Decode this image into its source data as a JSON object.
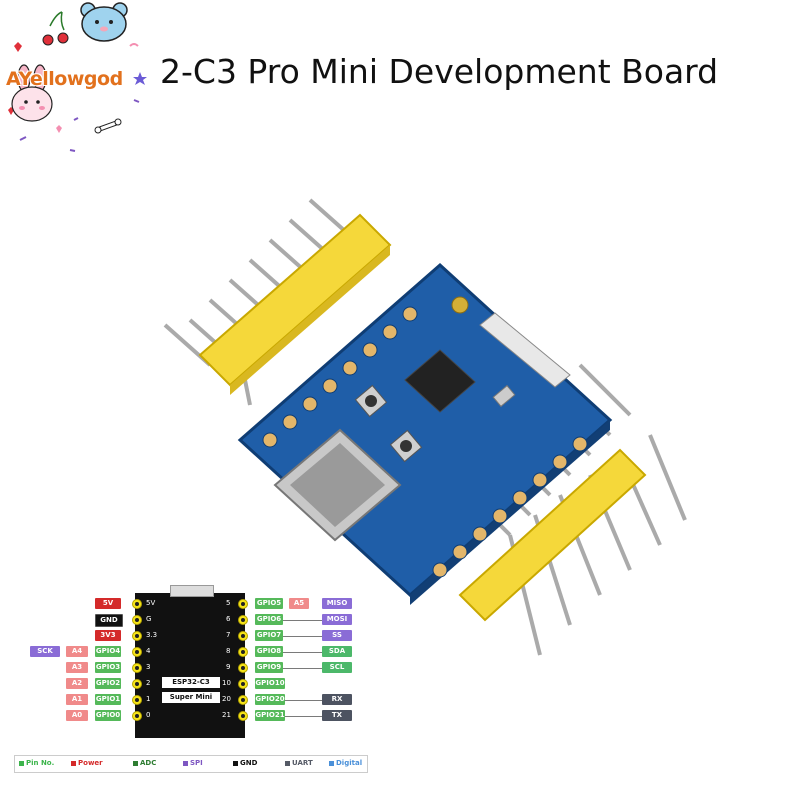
{
  "title": "2-C3 Pro Mini Development Board",
  "watermark": "AYellowgod",
  "chip_label": "ESP32-C3",
  "board_label": "Super Mini",
  "left_pins": [
    {
      "num": "5V",
      "func": "5V",
      "extra": "",
      "extra2": ""
    },
    {
      "num": "G",
      "func": "GND",
      "extra": "",
      "extra2": ""
    },
    {
      "num": "3.3",
      "func": "3V3",
      "extra": "",
      "extra2": ""
    },
    {
      "num": "4",
      "func": "GPIO4",
      "extra": "A4",
      "extra2": "SCK"
    },
    {
      "num": "3",
      "func": "GPIO3",
      "extra": "A3",
      "extra2": ""
    },
    {
      "num": "2",
      "func": "GPIO2",
      "extra": "A2",
      "extra2": ""
    },
    {
      "num": "1",
      "func": "GPIO1",
      "extra": "A1",
      "extra2": ""
    },
    {
      "num": "0",
      "func": "GPIO0",
      "extra": "A0",
      "extra2": ""
    }
  ],
  "right_pins": [
    {
      "num": "5",
      "func": "GPIO5",
      "extra": "A5",
      "extra2": "MISO"
    },
    {
      "num": "6",
      "func": "GPIO6",
      "extra": "",
      "extra2": "MOSI"
    },
    {
      "num": "7",
      "func": "GPIO7",
      "extra": "",
      "extra2": "SS"
    },
    {
      "num": "8",
      "func": "GPIO8",
      "extra": "",
      "extra2": "SDA"
    },
    {
      "num": "9",
      "func": "GPIO9",
      "extra": "",
      "extra2": "SCL"
    },
    {
      "num": "10",
      "func": "GPIO10",
      "extra": "",
      "extra2": ""
    },
    {
      "num": "20",
      "func": "GPIO20",
      "extra": "",
      "extra2": "RX"
    },
    {
      "num": "21",
      "func": "GPIO21",
      "extra": "",
      "extra2": "TX"
    }
  ],
  "legend": [
    {
      "label": "Pin No.",
      "color": "#3cb44b"
    },
    {
      "label": "Power",
      "color": "#d42a2a"
    },
    {
      "label": "ADC",
      "color": "#2e7d32"
    },
    {
      "label": "SPI",
      "color": "#7e57c2"
    },
    {
      "label": "GND",
      "color": "#111111"
    },
    {
      "label": "UART",
      "color": "#555a66"
    },
    {
      "label": "Digital",
      "color": "#4a90d9"
    }
  ],
  "colors": {
    "power": "#d42a2a",
    "gnd": "#111111",
    "gpio": "#55b95a",
    "adc": "#f08a8a",
    "spi": "#8a6cd6",
    "i2c": "#4cb86a",
    "uart": "#4d5361",
    "board": "#1f5ea8",
    "header": "#f5d83a"
  },
  "icons": [
    "bear-icon",
    "cherry-icon",
    "bunny-icon",
    "bone-icon",
    "heart-icon",
    "star-icon"
  ]
}
